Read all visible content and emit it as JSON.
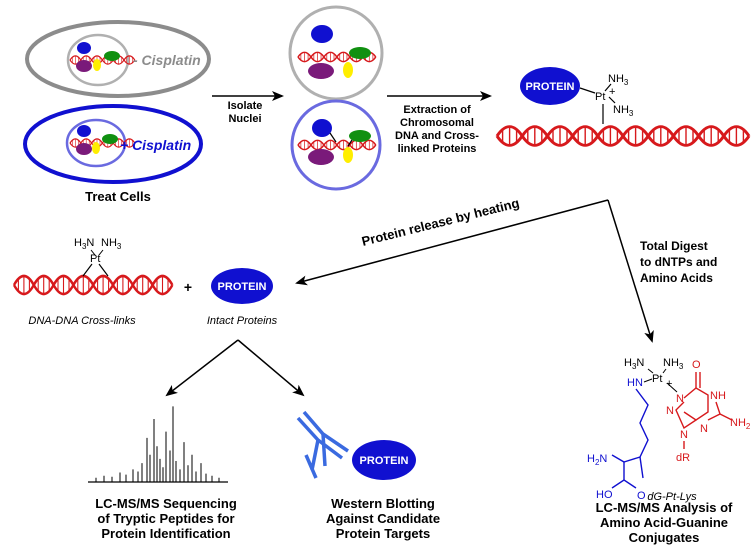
{
  "treat": {
    "minus_label": "- Cisplatin",
    "plus_label": "+ Cisplatin",
    "caption": "Treat Cells"
  },
  "step1": {
    "line1": "Isolate",
    "line2": "Nuclei"
  },
  "step2": {
    "line1": "Extraction of",
    "line2": "Chromosomal",
    "line3": "DNA and Cross-",
    "line4": "linked Proteins"
  },
  "protein_label": "PROTEIN",
  "release": {
    "label": "Protein release by heating"
  },
  "digest": {
    "line1": "Total Digest",
    "line2": "to dNTPs and",
    "line3": "Amino Acids"
  },
  "products": {
    "dna_caption": "DNA-DNA Cross-links",
    "plus": "+",
    "protein_caption": "Intact Proteins"
  },
  "conjugate_name": "dG-Pt-Lys",
  "outcomes": {
    "lcms_seq": [
      "LC-MS/MS Sequencing",
      "of Tryptic Peptides for",
      "Protein Identification"
    ],
    "western": [
      "Western Blotting",
      "Against Candidate",
      "Protein Targets"
    ],
    "lcms_anal": [
      "LC-MS/MS Analysis of",
      "Amino Acid-Guanine",
      "Conjugates"
    ]
  },
  "chem": {
    "pt": "Pt",
    "nh3": "NH",
    "h3n": "H",
    "hn": "HN",
    "h2n": "H",
    "n": "N",
    "nh": "NH",
    "nh2": "NH",
    "o": "O",
    "oh": "OH",
    "ho": "HO",
    "dr": "dR",
    "plus": "+",
    "sub3": "3",
    "sub2": "2"
  },
  "colors": {
    "dna_red": "#d7191c",
    "protein_blue": "#1010d0",
    "membrane_gray": "#8c8c8c",
    "membrane_blue": "#3333cc",
    "green": "#109010",
    "purple": "#7a1a7a",
    "yellow": "#ffee00"
  }
}
